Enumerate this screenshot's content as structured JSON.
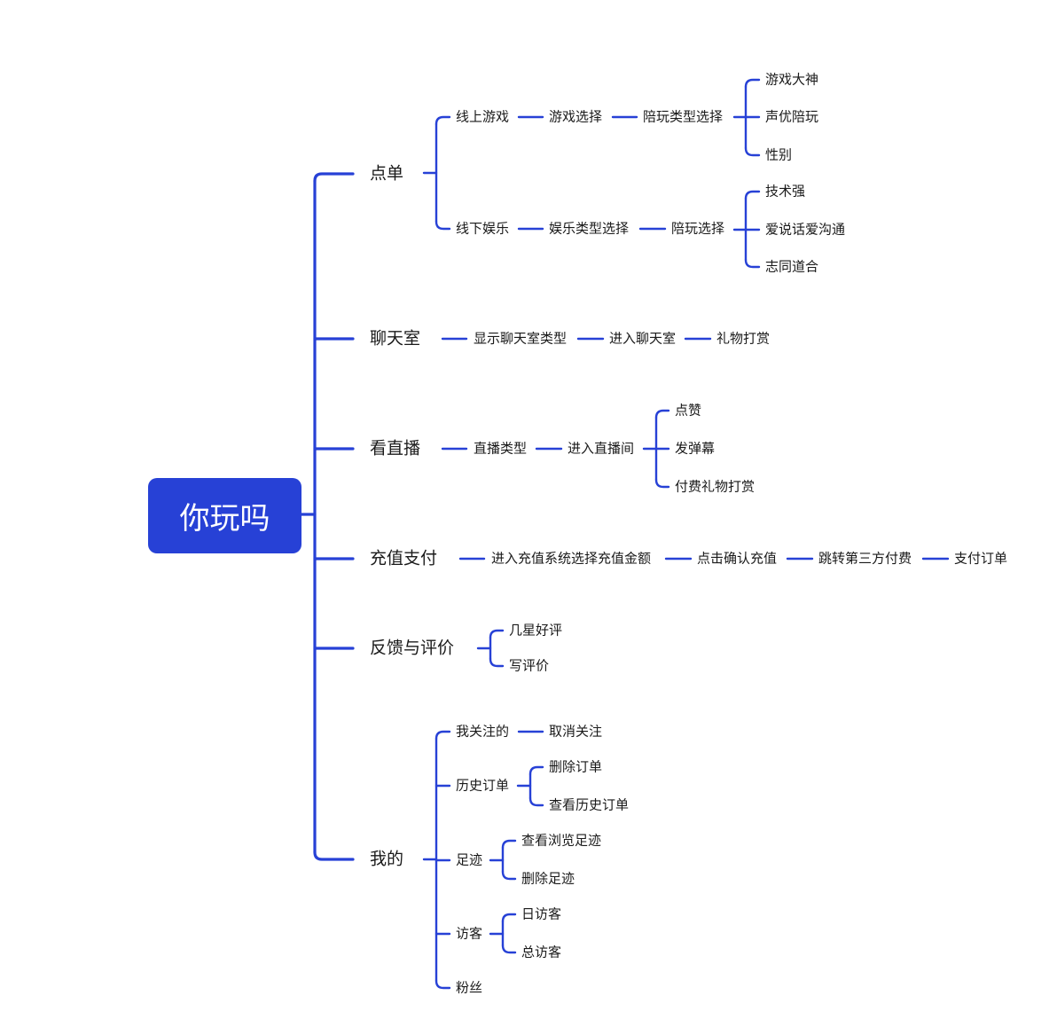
{
  "root": {
    "label": "你玩吗"
  },
  "colors": {
    "root_fill": "#2741d6",
    "line": "#2741d6",
    "text": "#1a1a1a"
  },
  "branches": [
    {
      "label": "点单",
      "children": [
        {
          "label": "线上游戏",
          "chain": [
            "游戏选择",
            "陪玩类型选择"
          ],
          "leaves": [
            "游戏大神",
            "声优陪玩",
            "性别"
          ]
        },
        {
          "label": "线下娱乐",
          "chain": [
            "娱乐类型选择",
            "陪玩选择"
          ],
          "leaves": [
            "技术强",
            "爱说话爱沟通",
            "志同道合"
          ]
        }
      ]
    },
    {
      "label": "聊天室",
      "chain": [
        "显示聊天室类型",
        "进入聊天室",
        "礼物打赏"
      ]
    },
    {
      "label": "看直播",
      "chain": [
        "直播类型",
        "进入直播间"
      ],
      "leaves": [
        "点赞",
        "发弹幕",
        "付费礼物打赏"
      ]
    },
    {
      "label": "充值支付",
      "chain": [
        "进入充值系统选择充值金额",
        "点击确认充值",
        "跳转第三方付费",
        "支付订单"
      ]
    },
    {
      "label": "反馈与评价",
      "leaves": [
        "几星好评",
        "写评价"
      ]
    },
    {
      "label": "我的",
      "children": [
        {
          "label": "我关注的",
          "chain": [
            "取消关注"
          ]
        },
        {
          "label": "历史订单",
          "leaves": [
            "删除订单",
            "查看历史订单"
          ]
        },
        {
          "label": "足迹",
          "leaves": [
            "查看浏览足迹",
            "删除足迹"
          ]
        },
        {
          "label": "访客",
          "leaves": [
            "日访客",
            "总访客"
          ]
        },
        {
          "label": "粉丝"
        }
      ]
    }
  ]
}
